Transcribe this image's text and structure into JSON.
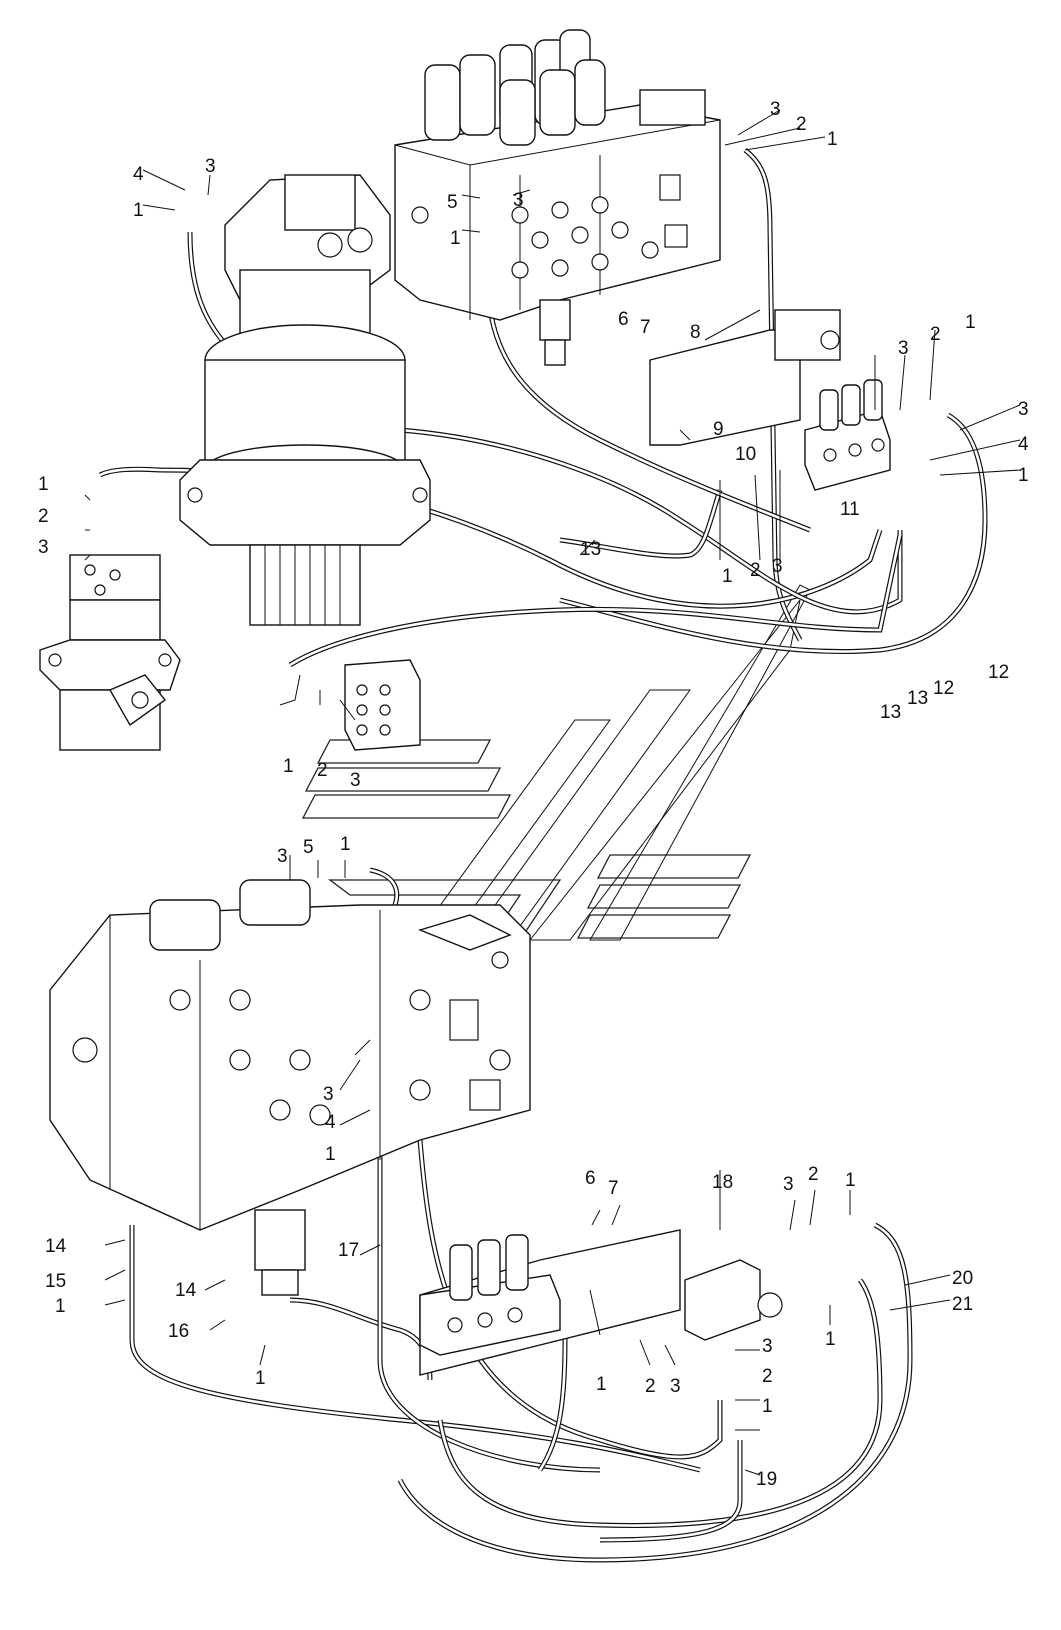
{
  "callouts": [
    {
      "id": "t1",
      "text": "3"
    },
    {
      "id": "t2",
      "text": "2"
    },
    {
      "id": "t3",
      "text": "1"
    },
    {
      "id": "t4",
      "text": "3"
    },
    {
      "id": "t5",
      "text": "4"
    },
    {
      "id": "t6",
      "text": "1"
    },
    {
      "id": "t7",
      "text": "5"
    },
    {
      "id": "t8",
      "text": "1"
    },
    {
      "id": "t9",
      "text": "3"
    },
    {
      "id": "t10",
      "text": "6"
    },
    {
      "id": "t11",
      "text": "7"
    },
    {
      "id": "t12",
      "text": "8"
    },
    {
      "id": "t13",
      "text": "3"
    },
    {
      "id": "t14",
      "text": "2"
    },
    {
      "id": "t15",
      "text": "1"
    },
    {
      "id": "t16",
      "text": "9"
    },
    {
      "id": "t17",
      "text": "10"
    },
    {
      "id": "t18",
      "text": "3"
    },
    {
      "id": "t19",
      "text": "4"
    },
    {
      "id": "t20",
      "text": "1"
    },
    {
      "id": "t21",
      "text": "11"
    },
    {
      "id": "t22",
      "text": "1"
    },
    {
      "id": "t23",
      "text": "2"
    },
    {
      "id": "t24",
      "text": "3"
    },
    {
      "id": "t25",
      "text": "13"
    },
    {
      "id": "t26",
      "text": "1"
    },
    {
      "id": "t27",
      "text": "2"
    },
    {
      "id": "t28",
      "text": "3"
    },
    {
      "id": "t29",
      "text": "12"
    },
    {
      "id": "t30",
      "text": "13"
    },
    {
      "id": "t31",
      "text": "13"
    },
    {
      "id": "t32",
      "text": "12"
    },
    {
      "id": "t33",
      "text": "1"
    },
    {
      "id": "t34",
      "text": "2"
    },
    {
      "id": "t35",
      "text": "3"
    },
    {
      "id": "t36",
      "text": "3"
    },
    {
      "id": "t37",
      "text": "5"
    },
    {
      "id": "t38",
      "text": "1"
    },
    {
      "id": "t39",
      "text": "3"
    },
    {
      "id": "t40",
      "text": "4"
    },
    {
      "id": "t41",
      "text": "1"
    },
    {
      "id": "t42",
      "text": "6"
    },
    {
      "id": "t43",
      "text": "7"
    },
    {
      "id": "t44",
      "text": "18"
    },
    {
      "id": "t45",
      "text": "3"
    },
    {
      "id": "t46",
      "text": "2"
    },
    {
      "id": "t47",
      "text": "1"
    },
    {
      "id": "t48",
      "text": "14"
    },
    {
      "id": "t49",
      "text": "15"
    },
    {
      "id": "t50",
      "text": "1"
    },
    {
      "id": "t51",
      "text": "14"
    },
    {
      "id": "t52",
      "text": "16"
    },
    {
      "id": "t53",
      "text": "1"
    },
    {
      "id": "t54",
      "text": "17"
    },
    {
      "id": "t55",
      "text": "1"
    },
    {
      "id": "t56",
      "text": "2"
    },
    {
      "id": "t57",
      "text": "3"
    },
    {
      "id": "t58",
      "text": "3"
    },
    {
      "id": "t59",
      "text": "2"
    },
    {
      "id": "t60",
      "text": "1"
    },
    {
      "id": "t61",
      "text": "1"
    },
    {
      "id": "t62",
      "text": "20"
    },
    {
      "id": "t63",
      "text": "21"
    },
    {
      "id": "t64",
      "text": "19"
    }
  ]
}
